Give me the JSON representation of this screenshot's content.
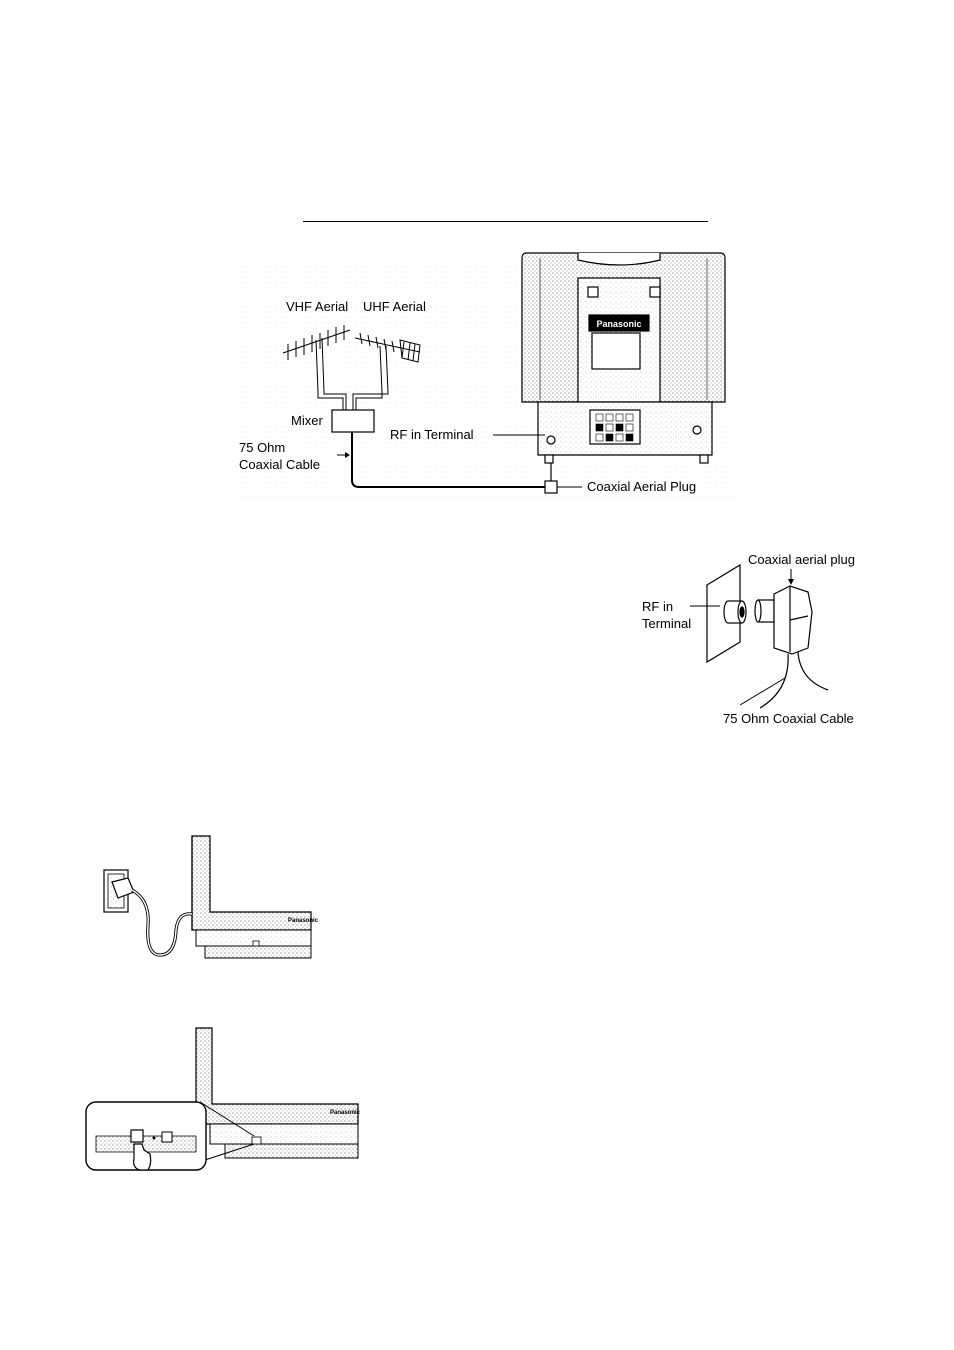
{
  "connection_diagram": {
    "vhf_label": "VHF Aerial",
    "uhf_label": "UHF Aerial",
    "mixer_label": "Mixer",
    "cable_label_line1": "75 Ohm",
    "cable_label_line2": "Coaxial Cable",
    "rf_label": "RF in Terminal",
    "plug_label": "Coaxial Aerial Plug",
    "brand_label": "Panasonic"
  },
  "plug_detail": {
    "plug_label": "Coaxial aerial plug",
    "rf_label_line1": "RF in",
    "rf_label_line2": "Terminal",
    "cable_label": "75 Ohm Coaxial Cable"
  },
  "mains_illustration": {
    "brand_label": "Panasonic"
  },
  "power_illustration": {
    "brand_label": "Panasonic"
  }
}
